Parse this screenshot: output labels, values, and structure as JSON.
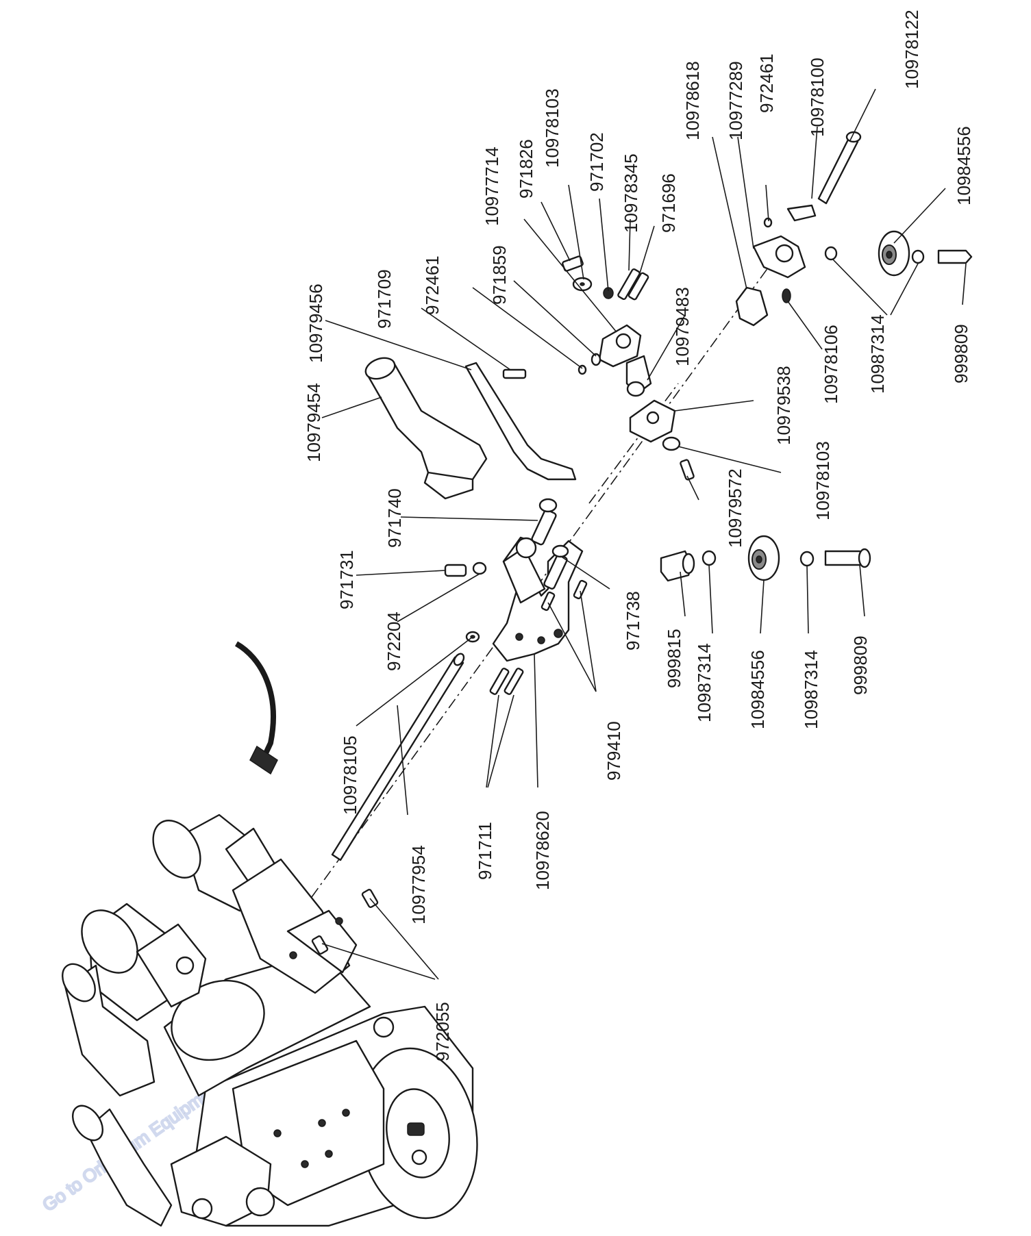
{
  "watermark": "Go to Orbitalum Equipment",
  "part_labels": [
    "10978122",
    "10984556",
    "10978100",
    "972461",
    "10977289",
    "10978618",
    "10987314",
    "999809",
    "10978106",
    "10979483",
    "971696",
    "10978345",
    "971702",
    "10978103",
    "971826",
    "10977714",
    "971859",
    "972461",
    "971709",
    "10979456",
    "10979454",
    "10979538",
    "10978103",
    "10979572",
    "971740",
    "971731",
    "972204",
    "971738",
    "999815",
    "10987314",
    "10984556",
    "10987314",
    "999809",
    "979410",
    "10978105",
    "971711",
    "10978620",
    "10977954",
    "972055"
  ]
}
